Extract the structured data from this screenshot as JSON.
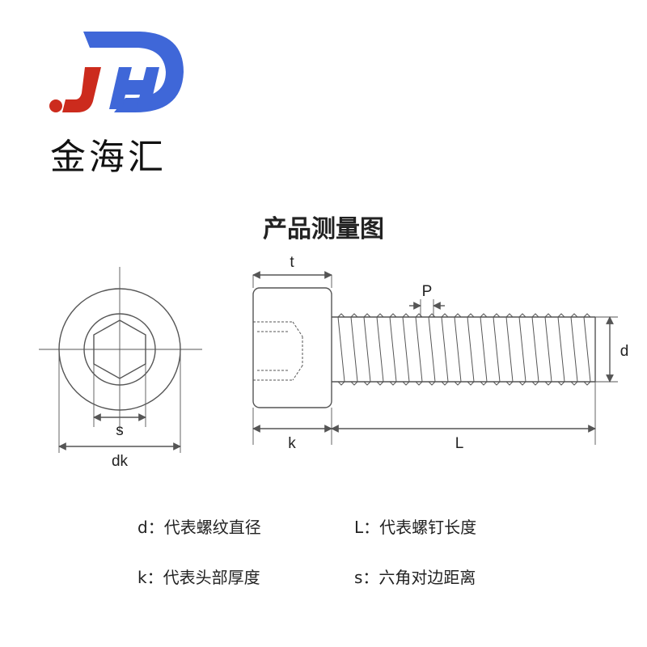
{
  "brand": {
    "logo_letters": "JH",
    "name": "金海汇"
  },
  "title": "产品测量图",
  "diagram": {
    "labels": {
      "t": "t",
      "P": "P",
      "d": "d",
      "s": "s",
      "dk": "dk",
      "k": "k",
      "L": "L"
    }
  },
  "legend": [
    {
      "key": "d",
      "sep": "：",
      "text": "代表螺纹直径"
    },
    {
      "key": "L",
      "sep": "：",
      "text": "代表螺钉长度"
    },
    {
      "key": "k",
      "sep": "：",
      "text": "代表头部厚度"
    },
    {
      "key": "s",
      "sep": "：",
      "text": "六角对边距离"
    }
  ],
  "colors": {
    "logo_red": "#cc2b1d",
    "logo_blue": "#3f67d8",
    "line": "#555555"
  }
}
